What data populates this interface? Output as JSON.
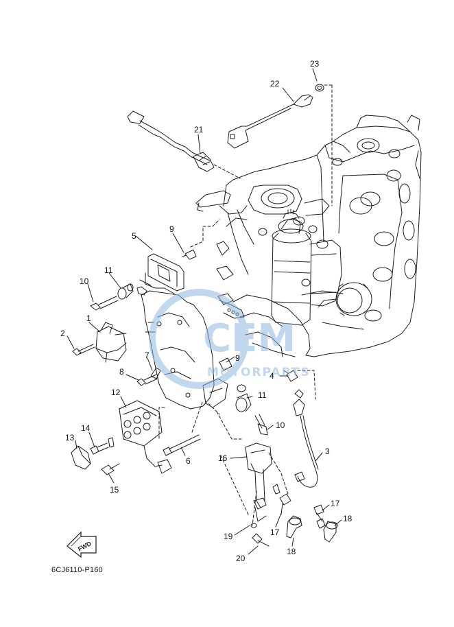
{
  "diagram": {
    "drawing_code": "6CJ6110-P160",
    "fwd_label": "FWD",
    "watermark": {
      "brand": "CEM",
      "tagline": "MOTORPARTS"
    },
    "callouts": [
      "1",
      "2",
      "3",
      "4",
      "5",
      "6",
      "7",
      "8",
      "9",
      "9",
      "10",
      "10",
      "11",
      "11",
      "12",
      "13",
      "14",
      "15",
      "16",
      "17",
      "17",
      "18",
      "18",
      "19",
      "20",
      "21",
      "22",
      "23"
    ]
  },
  "colors": {
    "line": "#1a1a1a",
    "watermark": "#8fb8e0"
  }
}
